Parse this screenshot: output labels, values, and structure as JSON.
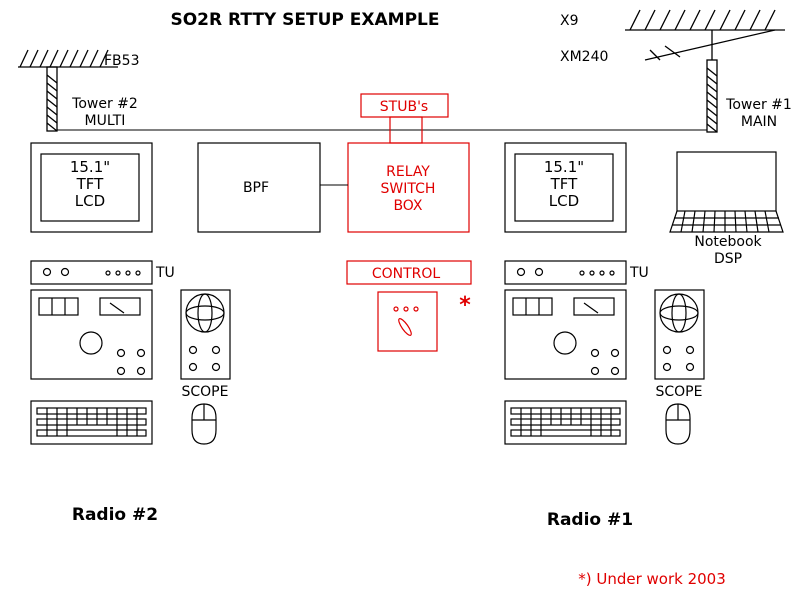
{
  "title": "SO2R RTTY SETUP EXAMPLE",
  "antennas": {
    "left": {
      "name": "FB53",
      "tower_line1": "Tower #2",
      "tower_line2": "MULTI"
    },
    "right": {
      "name1": "X9",
      "name2": "XM240",
      "tower_line1": "Tower #1",
      "tower_line2": "MAIN"
    }
  },
  "center": {
    "stubs": "STUB's",
    "relay_line1": "RELAY",
    "relay_line2": "SWITCH",
    "relay_line3": "BOX",
    "control": "CONTROL",
    "asterisk": "*"
  },
  "left_station": {
    "lcd_line1": "15.1\"",
    "lcd_line2": "TFT",
    "lcd_line3": "LCD",
    "bpf": "BPF",
    "tu": "TU",
    "scope": "SCOPE",
    "radio": "Radio #2"
  },
  "right_station": {
    "lcd_line1": "15.1\"",
    "lcd_line2": "TFT",
    "lcd_line3": "LCD",
    "notebook_line1": "Notebook",
    "notebook_line2": "DSP",
    "tu": "TU",
    "scope": "SCOPE",
    "radio": "Radio #1"
  },
  "footnote": "*) Under work 2003",
  "colors": {
    "ink": "#000000",
    "accent": "#e00000"
  }
}
